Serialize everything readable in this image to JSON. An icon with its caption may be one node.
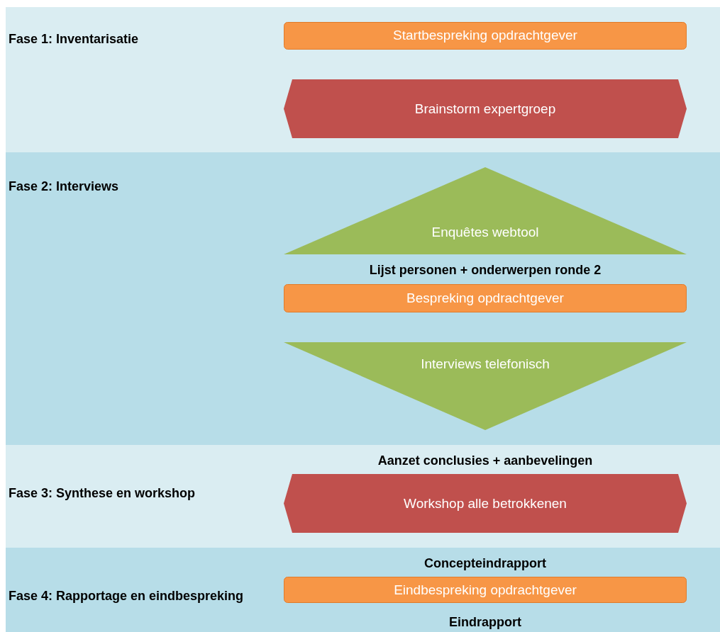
{
  "diagram": {
    "nodes": [
      {
        "text": [
          "Fase 1: Inventarisatie"
        ]
      },
      {
        "text": [
          "Startbespreking opdrachtgever"
        ],
        "in": 0
      },
      {
        "text": [
          "Brainstorm expertgroep"
        ],
        "in": 0
      },
      {
        "text": [
          "Fase 2: Interviews"
        ]
      },
      {
        "text": [
          "Enquêtes webtool"
        ],
        "in": 3
      },
      {
        "text": [
          "Bespreking opdrachtgever"
        ],
        "in": 3
      },
      {
        "text": [
          "Interviews telefonisch"
        ],
        "in": 3
      },
      {
        "text": [
          "Fase 3: Synthese en workshop"
        ]
      },
      {
        "text": [
          "Workshop alle betrokkenen"
        ],
        "in": 7
      },
      {
        "text": [
          "Fase 4: Rapportage en eindbespreking"
        ]
      },
      {
        "text": [
          "Eindbespreking opdrachtgever"
        ],
        "in": 9
      }
    ],
    "labels": [
      "Lijst personen + onderwerpen ronde 2",
      "Aanzet conclusies + aanbevelingen",
      "Concepteindrapport",
      "Eindrapport"
    ]
  }
}
